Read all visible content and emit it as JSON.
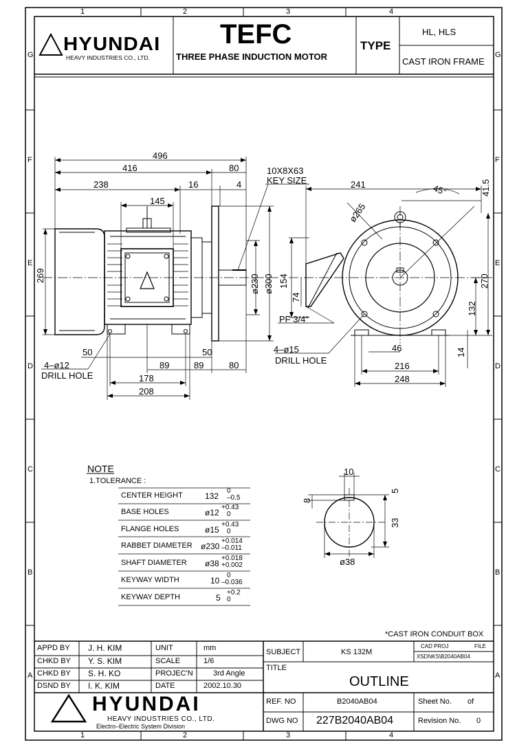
{
  "border": {
    "cols": [
      "1",
      "2",
      "3",
      "4"
    ],
    "rows": [
      "G",
      "F",
      "E",
      "D",
      "C",
      "B",
      "A"
    ]
  },
  "header": {
    "company_logo": "HYUNDAI",
    "company_sub": "HEAVY INDUSTRIES CO., LTD.",
    "title": "TEFC",
    "subtitle": "THREE PHASE INDUCTION MOTOR",
    "type_label": "TYPE",
    "type_value": "HL, HLS",
    "frame": "CAST IRON FRAME"
  },
  "dims": {
    "d496": "496",
    "d416": "416",
    "d80a": "80",
    "d238": "238",
    "d16": "16",
    "d4": "4",
    "d145": "145",
    "key": "10X8X63",
    "key_size": "KEY SIZE",
    "d269": "269",
    "d230": "ø230",
    "d300": "ø300",
    "d50a": "50",
    "d50b": "50",
    "d89a": "89",
    "d89b": "89",
    "d80b": "80",
    "d178": "178",
    "d208": "208",
    "holes12": "4–ø12",
    "drill1": "DRILL HOLE",
    "d241": "241",
    "d265": "ø265",
    "d45": "45°",
    "d415": "41.5",
    "d154": "154",
    "d74": "74",
    "pf": "PF 3/4\"",
    "d270": "270",
    "d132": "132",
    "holes15": "4–ø15",
    "drill2": "DRILL HOLE",
    "d46": "46",
    "d14": "14",
    "d216": "216",
    "d248": "248",
    "k10": "10",
    "k8": "8",
    "k5": "5",
    "k33": "33",
    "k38": "ø38"
  },
  "note": {
    "title": "NOTE",
    "sub": "1.TOLERANCE :",
    "rows": [
      {
        "label": "CENTER HEIGHT",
        "nominal": "132",
        "upper": "0",
        "lower": "–0.5"
      },
      {
        "label": "BASE HOLES",
        "nominal": "ø12",
        "upper": "+0.43",
        "lower": "0"
      },
      {
        "label": "FLANGE HOLES",
        "nominal": "ø15",
        "upper": "+0.43",
        "lower": "0"
      },
      {
        "label": "RABBET DIAMETER",
        "nominal": "ø230",
        "upper": "+0.014",
        "lower": "–0.011"
      },
      {
        "label": "SHAFT DIAMETER",
        "nominal": "ø38",
        "upper": "+0.018",
        "lower": "+0.002"
      },
      {
        "label": "KEYWAY WIDTH",
        "nominal": "10",
        "upper": "0",
        "lower": "–0.036"
      },
      {
        "label": "KEYWAY DEPTH",
        "nominal": "5",
        "upper": "+0.2",
        "lower": "0"
      }
    ]
  },
  "conduit": "*CAST IRON CONDUIT BOX",
  "titleblock": {
    "appd_l": "APPD BY",
    "appd_v": "J. H. KIM",
    "chkd1_l": "CHKD BY",
    "chkd1_v": "Y. S. KIM",
    "chkd2_l": "CHKD BY",
    "chkd2_v": "S. H. KO",
    "dsnd_l": "DSND BY",
    "dsnd_v": "I. K. KIM",
    "unit_l": "UNIT",
    "unit_v": "mm",
    "scale_l": "SCALE",
    "scale_v": "1/6",
    "proj_l": "PROJEC'N",
    "proj_v": "3rd Angle",
    "date_l": "DATE",
    "date_v": "2002.10.30",
    "subject_l": "SUBJECT",
    "subject_v": "KS 132M",
    "cad_proj": "CAD PROJ",
    "cad_file": "FILE",
    "cad_v": "XSDNKS\\B2040AB04",
    "title_l": "TITLE",
    "title_v": "OUTLINE",
    "ref_l": "REF. NO",
    "ref_v": "B2040AB04",
    "sheet_l": "Sheet No.",
    "sheet_of": "of",
    "dwg_l": "DWG NO",
    "dwg_v": "227B2040AB04",
    "rev_l": "Revision No.",
    "rev_v": "0",
    "logo": "HYUNDAI",
    "logo_sub1": "HEAVY INDUSTRIES CO., LTD.",
    "logo_sub2": "Electro–Electric System Division"
  }
}
